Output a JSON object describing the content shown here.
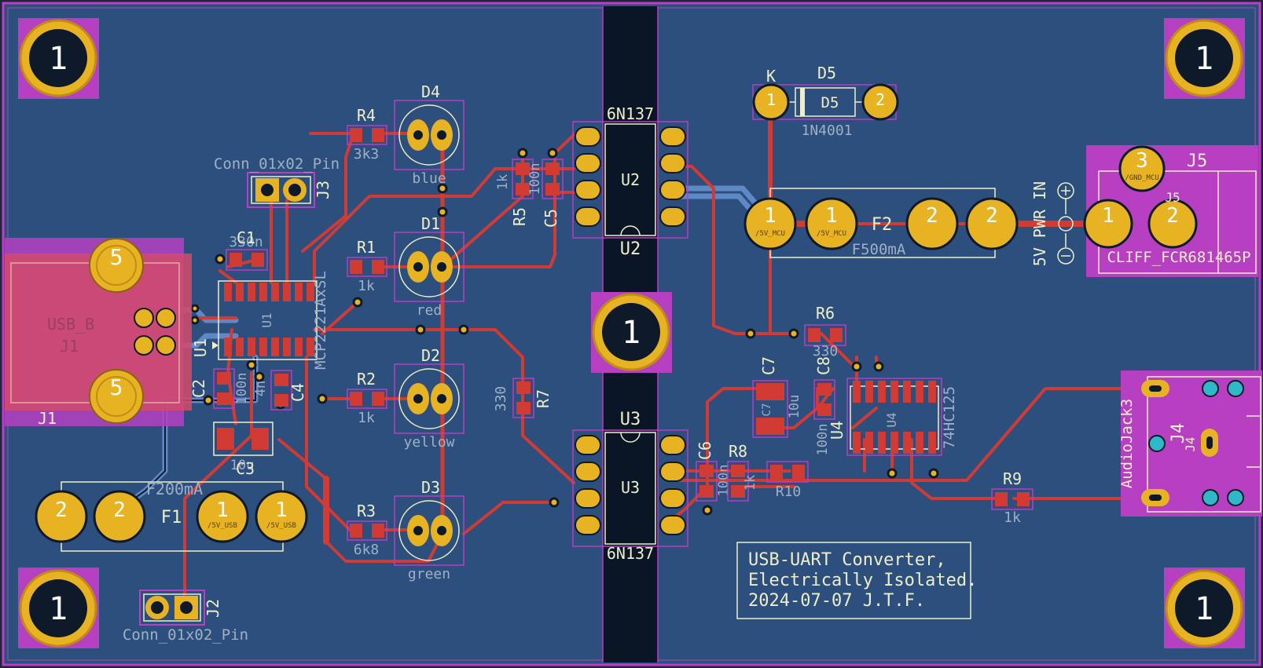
{
  "colors": {
    "board": "#2d4f7d",
    "slot": "#0a1626",
    "copper": "#d23b33",
    "backCopper": "#5f88c6",
    "pad": "#e8b322",
    "padRing": "#c08d14",
    "silk": "#eeeec8",
    "silkDim": "#9fb0c6",
    "courtyard": "#b63fc2",
    "edge": "#c23ac9",
    "hole": "#1b2838",
    "usbBody": "#d24a6a",
    "audioBody": "#b63fc2"
  },
  "mounting_holes": [
    {
      "id": "mh-tl",
      "label": "1"
    },
    {
      "id": "mh-tr",
      "label": "1"
    },
    {
      "id": "mh-bl",
      "label": "1"
    },
    {
      "id": "mh-br",
      "label": "1"
    },
    {
      "id": "mh-center",
      "label": "1"
    }
  ],
  "components": {
    "J1": {
      "ref": "J1",
      "value": "USB_B",
      "pin_shield": "5"
    },
    "J2": {
      "ref": "J2",
      "value": "Conn_01x02_Pin"
    },
    "J3": {
      "ref": "J3",
      "value": "Conn_01x02_Pin"
    },
    "J4": {
      "ref": "J4",
      "value": "AudioJack3"
    },
    "J5": {
      "ref": "J5",
      "value": "CLIFF_FCR681465P",
      "pins": [
        "1",
        "2",
        "3"
      ],
      "pin_labels": [
        "/GND_MCU"
      ]
    },
    "U1": {
      "ref": "U1",
      "value": "MCP2221AxSL"
    },
    "U2": {
      "ref": "U2",
      "value": "6N137"
    },
    "U3": {
      "ref": "U3",
      "value": "6N137"
    },
    "U4": {
      "ref": "U4",
      "value": "74HC125"
    },
    "F1": {
      "ref": "F1",
      "value": "F200mA",
      "pins": [
        "2",
        "2",
        "1",
        "1"
      ],
      "pin_labels": [
        "/5V_USB",
        "/5V_USB"
      ]
    },
    "F2": {
      "ref": "F2",
      "value": "F500mA",
      "pins": [
        "1",
        "1",
        "2",
        "2"
      ],
      "pin_labels": [
        "/5V_MCU",
        "/5V_MCU"
      ]
    },
    "D1": {
      "ref": "D1",
      "value": "red"
    },
    "D2": {
      "ref": "D2",
      "value": "yellow"
    },
    "D3": {
      "ref": "D3",
      "value": "green"
    },
    "D4": {
      "ref": "D4",
      "value": "blue"
    },
    "D5": {
      "ref": "D5",
      "value": "1N4001",
      "cathode": "K",
      "pins": [
        "1",
        "2"
      ]
    },
    "R1": {
      "ref": "R1",
      "value": "1k"
    },
    "R2": {
      "ref": "R2",
      "value": "1k"
    },
    "R3": {
      "ref": "R3",
      "value": "6k8"
    },
    "R4": {
      "ref": "R4",
      "value": "3k3"
    },
    "R5": {
      "ref": "R5",
      "value": "1k"
    },
    "R6": {
      "ref": "R6",
      "value": "330"
    },
    "R7": {
      "ref": "R7",
      "value": "330"
    },
    "R8": {
      "ref": "R8",
      "value": "1k"
    },
    "R9": {
      "ref": "R9",
      "value": "1k"
    },
    "R10": {
      "ref": "R10"
    },
    "C1": {
      "ref": "C1",
      "value": "330n"
    },
    "C2": {
      "ref": "C2",
      "value": "100n"
    },
    "C3": {
      "ref": "C3",
      "value": "10u"
    },
    "C4": {
      "ref": "C4",
      "value": "4n"
    },
    "C5": {
      "ref": "C5",
      "value": "100n"
    },
    "C6": {
      "ref": "C6",
      "value": "100n"
    },
    "C7": {
      "ref": "C7",
      "value": "10u"
    },
    "C8": {
      "ref": "C8",
      "value": "100n"
    }
  },
  "power_label": "5V PWR IN",
  "title_block": {
    "line1": "USB-UART Converter,",
    "line2": "Electrically Isolated.",
    "line3": "2024-07-07 J.T.F."
  }
}
